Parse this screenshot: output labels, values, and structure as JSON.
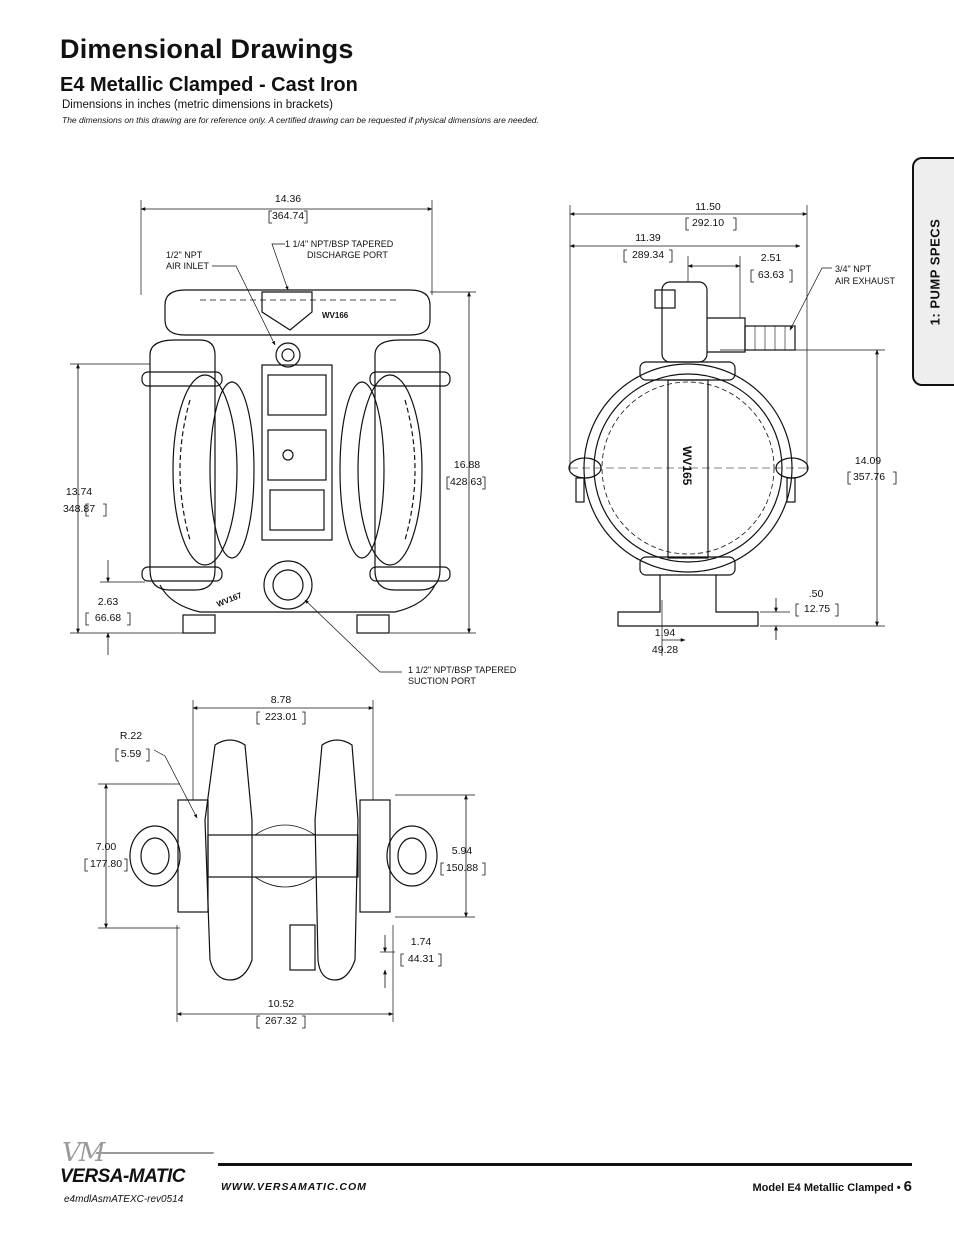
{
  "header": {
    "title": "Dimensional Drawings",
    "subtitle": "E4 Metallic Clamped - Cast Iron",
    "units_note": "Dimensions in inches (metric dimensions in brackets)",
    "disclaimer": "The dimensions on this drawing are for reference only.  A certified drawing can be requested if physical dimensions are needed."
  },
  "side_tab": {
    "label": "1: PUMP SPECS"
  },
  "front_view": {
    "width": "14.36",
    "width_mm": "364.74",
    "air_inlet": [
      "1/2\" NPT",
      "AIR INLET"
    ],
    "discharge": [
      "1 1/4\" NPT/BSP TAPERED",
      "DISCHARGE PORT"
    ],
    "height_left": "13.74",
    "height_left_mm": "348.87",
    "height_right": "16.88",
    "height_right_mm": "428.63",
    "base": "2.63",
    "base_mm": "66.68",
    "suction": [
      "1 1/2\" NPT/BSP TAPERED",
      "SUCTION PORT"
    ],
    "stamp_top": "WV166",
    "stamp_bottom": "WV167"
  },
  "side_view": {
    "width": "11.50",
    "width_mm": "292.10",
    "inner": "11.39",
    "inner_mm": "289.34",
    "exhaust_offset": "2.51",
    "exhaust_offset_mm": "63.63",
    "exhaust": [
      "3/4\" NPT",
      "AIR EXHAUST"
    ],
    "height": "14.09",
    "height_mm": "357.76",
    "foot": ".50",
    "foot_mm": "12.75",
    "port": "1.94",
    "port_mm": "49.28",
    "stamp": "WV165"
  },
  "top_view": {
    "width": "8.78",
    "width_mm": "223.01",
    "radius": "R.22",
    "radius_mm": "5.59",
    "left_h": "7.00",
    "left_h_mm": "177.80",
    "right_h": "5.94",
    "right_h_mm": "150.88",
    "offset": "1.74",
    "offset_mm": "44.31",
    "bottom_w": "10.52",
    "bottom_w_mm": "267.32"
  },
  "footer": {
    "logo_mark": "VM",
    "brand": "VERSA-MATIC",
    "doc_id": "e4mdlAsmATEXC-rev0514",
    "website": "WWW.VERSAMATIC.COM",
    "model": "Model E4 Metallic Clamped • ",
    "page": "6"
  }
}
